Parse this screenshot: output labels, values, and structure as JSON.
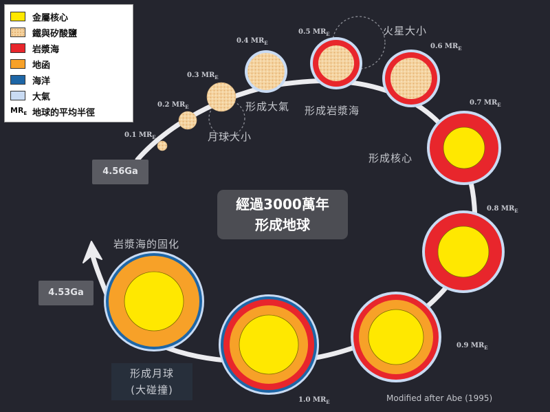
{
  "legend": {
    "items": [
      {
        "label": "金屬核心",
        "color": "#ffe800"
      },
      {
        "label": "鐵與矽酸鹽",
        "color": "#f4d3a0"
      },
      {
        "label": "岩漿海",
        "color": "#e8262c"
      },
      {
        "label": "地函",
        "color": "#f7a128"
      },
      {
        "label": "海洋",
        "color": "#1e66a6"
      },
      {
        "label": "大氣",
        "color": "#c9dbf3"
      }
    ],
    "mre_symbol": "MR",
    "mre_sub": "E",
    "mre_label": "地球的平均半徑"
  },
  "stages": [
    {
      "mre": "0.1 MR",
      "sub": "E"
    },
    {
      "mre": "0.2 MR",
      "sub": "E"
    },
    {
      "mre": "0.3 MR",
      "sub": "E"
    },
    {
      "mre": "0.4 MR",
      "sub": "E"
    },
    {
      "mre": "0.5 MR",
      "sub": "E"
    },
    {
      "mre": "0.6 MR",
      "sub": "E"
    },
    {
      "mre": "0.7 MR",
      "sub": "E"
    },
    {
      "mre": "0.8 MR",
      "sub": "E"
    },
    {
      "mre": "0.9 MR",
      "sub": "E"
    },
    {
      "mre": "1.0 MR",
      "sub": "E"
    }
  ],
  "labels": {
    "moon_size": "月球大小",
    "atmosphere": "形成大氣",
    "magma_ocean": "形成岩漿海",
    "mars_size": "火星大小",
    "core": "形成核心",
    "solidify": "岩漿海的固化",
    "moon_formation_1": "形成月球",
    "moon_formation_2": "(大碰撞)"
  },
  "times": {
    "start": "4.56Ga",
    "end": "4.53Ga"
  },
  "center": {
    "line1": "經過3000萬年",
    "line2": "形成地球"
  },
  "credit": "Modified after Abe (1995)"
}
